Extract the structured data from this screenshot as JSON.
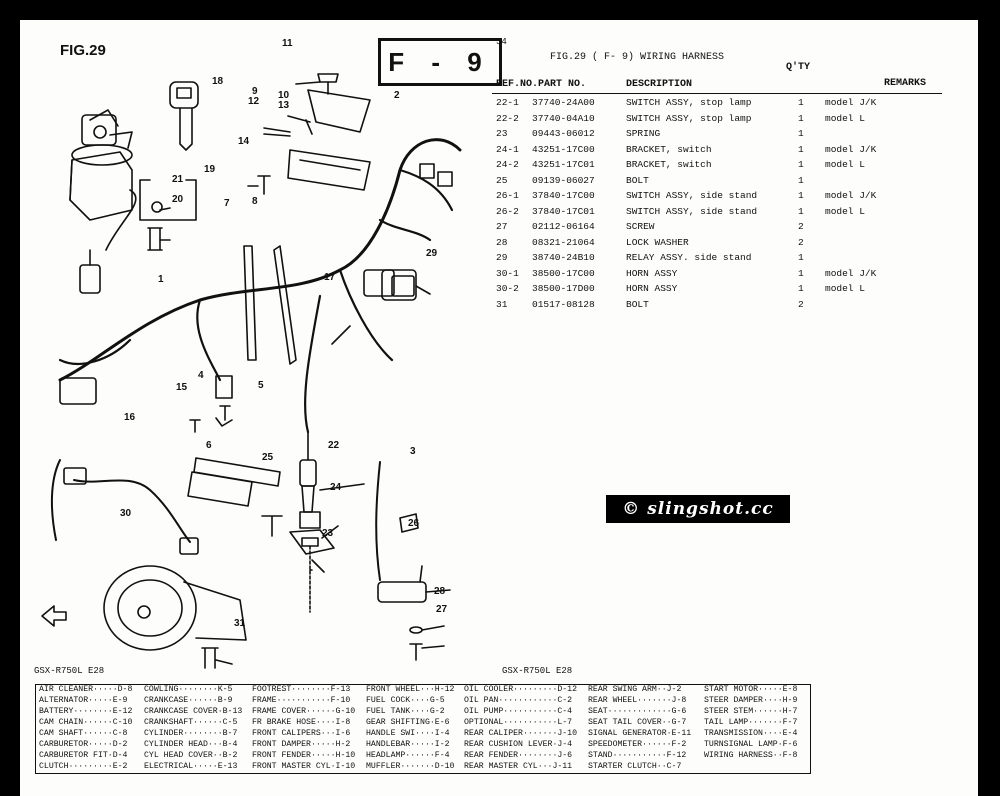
{
  "header": {
    "fig_label": "FIG.29",
    "group_code": "F - 9",
    "page_number": "54",
    "caption": "FIG.29 (  F- 9) WIRING HARNESS",
    "qty_label": "Q'TY",
    "remarks_label": "REMARKS",
    "col_ref": "REF.NO.",
    "col_part": "PART NO.",
    "col_desc": "DESCRIPTION"
  },
  "parts": [
    {
      "ref": "22-1",
      "part": "37740-24A00",
      "desc": "SWITCH ASSY, stop lamp",
      "qty": "1",
      "remark": "model J/K"
    },
    {
      "ref": "22-2",
      "part": "37740-04A10",
      "desc": "SWITCH ASSY, stop lamp",
      "qty": "1",
      "remark": "model L"
    },
    {
      "ref": "23",
      "part": "09443-06012",
      "desc": "SPRING",
      "qty": "1",
      "remark": ""
    },
    {
      "ref": "24-1",
      "part": "43251-17C00",
      "desc": "BRACKET, switch",
      "qty": "1",
      "remark": "model J/K"
    },
    {
      "ref": "24-2",
      "part": "43251-17C01",
      "desc": "BRACKET, switch",
      "qty": "1",
      "remark": "model L"
    },
    {
      "ref": "25",
      "part": "09139-06027",
      "desc": "BOLT",
      "qty": "1",
      "remark": ""
    },
    {
      "ref": "26-1",
      "part": "37840-17C00",
      "desc": "SWITCH ASSY, side stand",
      "qty": "1",
      "remark": "model J/K"
    },
    {
      "ref": "26-2",
      "part": "37840-17C01",
      "desc": "SWITCH ASSY, side stand",
      "qty": "1",
      "remark": "model L"
    },
    {
      "ref": "27",
      "part": "02112-06164",
      "desc": "SCREW",
      "qty": "2",
      "remark": ""
    },
    {
      "ref": "28",
      "part": "08321-21064",
      "desc": "LOCK WASHER",
      "qty": "2",
      "remark": ""
    },
    {
      "ref": "29",
      "part": "38740-24B10",
      "desc": "RELAY ASSY. side stand",
      "qty": "1",
      "remark": ""
    },
    {
      "ref": "30-1",
      "part": "38500-17C00",
      "desc": "HORN ASSY",
      "qty": "1",
      "remark": "model J/K"
    },
    {
      "ref": "30-2",
      "part": "38500-17D00",
      "desc": "HORN ASSY",
      "qty": "1",
      "remark": "model L"
    },
    {
      "ref": "31",
      "part": "01517-08128",
      "desc": "BOLT",
      "qty": "2",
      "remark": ""
    }
  ],
  "callouts": [
    "1",
    "2",
    "3",
    "4",
    "5",
    "6",
    "7",
    "8",
    "9",
    "10",
    "11",
    "12",
    "13",
    "14",
    "15",
    "16",
    "17",
    "18",
    "19",
    "20",
    "21",
    "22",
    "23",
    "24",
    "25",
    "26",
    "27",
    "28",
    "29",
    "30",
    "31"
  ],
  "watermark": "© slingshot.cc",
  "model_left": "GSX-R750L E28",
  "model_right": "GSX-R750L E28",
  "index": [
    [
      "AIR CLEANER·····D-8",
      "COWLING········K-5",
      "FOOTREST········F-13",
      "FRONT WHEEL···H-12",
      "OIL COOLER·········D-12",
      "REAR SWING ARM··J-2",
      "START MOTOR·····E-8"
    ],
    [
      "ALTERNATOR·····E-9",
      "CRANKCASE······B-9",
      "FRAME···········F-10",
      "FUEL COCK····G-5",
      "OIL PAN············C-2",
      "REAR WHEEL·······J-8",
      "STEER DAMPER····H-9"
    ],
    [
      "BATTERY········E-12",
      "CRANKCASE COVER·B-13",
      "FRAME COVER······G-10",
      "FUEL TANK····G-2",
      "OIL PUMP···········C-4",
      "SEAT·············G-6",
      "STEER STEM······H-7"
    ],
    [
      "CAM CHAIN······C-10",
      "CRANKSHAFT······C-5",
      "FR BRAKE HOSE····I-8",
      "GEAR SHIFTING·E-6",
      "OPTIONAL···········L-7",
      "SEAT TAIL COVER··G-7",
      "TAIL LAMP·······F-7"
    ],
    [
      "CAM SHAFT······C-8",
      "CYLINDER········B-7",
      "FRONT CALIPERS···I-6",
      "HANDLE SWI····I-4",
      "REAR CALIPER·······J-10",
      "SIGNAL GENERATOR·E-11",
      "TRANSMISSION····E-4"
    ],
    [
      "CARBURETOR·····D-2",
      "CYLINDER HEAD···B-4",
      "FRONT DAMPER·····H-2",
      "HANDLEBAR·····I-2",
      "REAR CUSHION LEVER·J-4",
      "SPEEDOMETER······F-2",
      "TURNSIGNAL LAMP·F-6"
    ],
    [
      "CARBURETOR FIT·D-4",
      "CYL HEAD COVER··B-2",
      "FRONT FENDER·····H-10",
      "HEADLAMP······F-4",
      "REAR FENDER········J-6",
      "STAND···········F-12",
      "WIRING HARNESS··F-8"
    ],
    [
      "CLUTCH·········E-2",
      "ELECTRICAL·····E-13",
      "FRONT MASTER CYL·I-10",
      "MUFFLER·······D-10",
      "REAR MASTER CYL···J-11",
      "STARTER CLUTCH··C-7",
      ""
    ]
  ]
}
